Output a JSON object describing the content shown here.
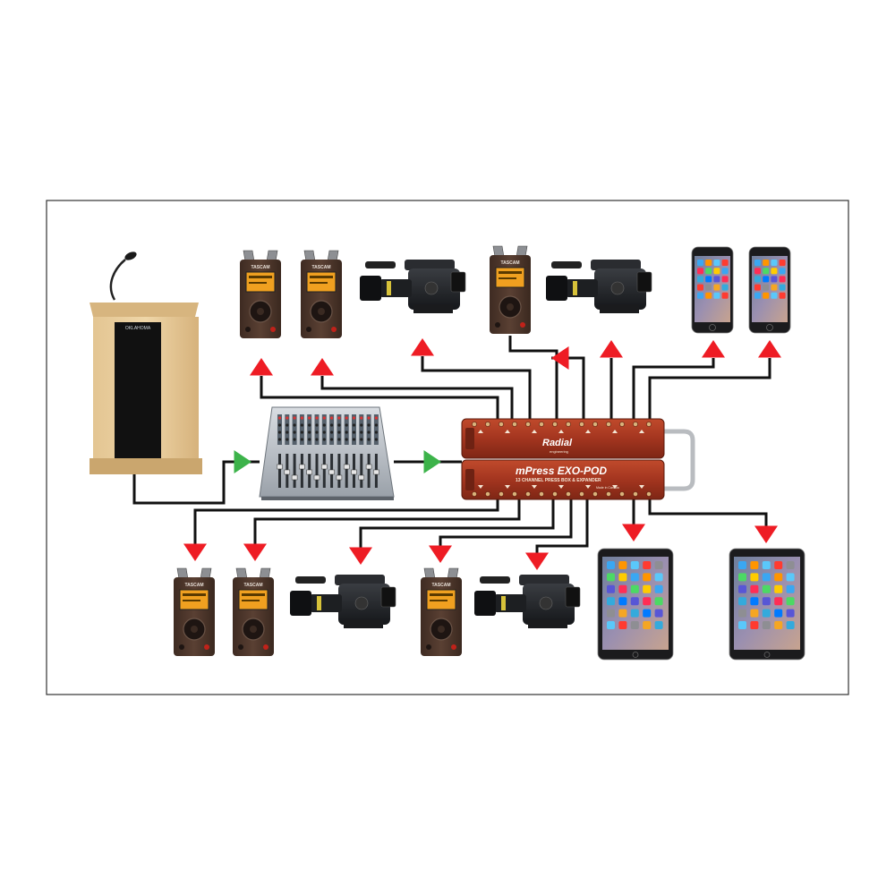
{
  "diagram": {
    "hub": {
      "brand": "Radial",
      "sub_brand": "engineering",
      "model": "mPress EXO-POD",
      "description": "13 CHANNEL PRESS BOX & EXPANDER",
      "made_in": "Made in Canada"
    },
    "recorder_brand": "TASCAM",
    "lectern_label": "OKLAHOMA",
    "colors": {
      "output_arrow": "#ee1c24",
      "input_arrow": "#3cb34a",
      "cable": "#111111",
      "hub_body": "#a3351f",
      "frame": "#333333"
    },
    "devices": [
      {
        "name": "lectern-microphone",
        "type": "lectern"
      },
      {
        "name": "audio-mixer",
        "type": "mixer"
      },
      {
        "name": "mpress-exo-pod",
        "type": "press-box"
      },
      {
        "name": "top-recorder-1",
        "type": "recorder"
      },
      {
        "name": "top-recorder-2",
        "type": "recorder"
      },
      {
        "name": "top-camera-1",
        "type": "camera"
      },
      {
        "name": "top-recorder-3",
        "type": "recorder"
      },
      {
        "name": "top-camera-2",
        "type": "camera"
      },
      {
        "name": "top-phone-1",
        "type": "phone"
      },
      {
        "name": "top-phone-2",
        "type": "phone"
      },
      {
        "name": "bottom-recorder-1",
        "type": "recorder"
      },
      {
        "name": "bottom-recorder-2",
        "type": "recorder"
      },
      {
        "name": "bottom-camera-1",
        "type": "camera"
      },
      {
        "name": "bottom-recorder-3",
        "type": "recorder"
      },
      {
        "name": "bottom-camera-2",
        "type": "camera"
      },
      {
        "name": "bottom-tablet-1",
        "type": "tablet"
      },
      {
        "name": "bottom-tablet-2",
        "type": "tablet"
      }
    ],
    "signal_flow": [
      {
        "from": "lectern-microphone",
        "to": "audio-mixer"
      },
      {
        "from": "audio-mixer",
        "to": "mpress-exo-pod"
      },
      {
        "from": "mpress-exo-pod",
        "to": "top-recorder-1"
      },
      {
        "from": "mpress-exo-pod",
        "to": "top-recorder-2"
      },
      {
        "from": "mpress-exo-pod",
        "to": "top-camera-1"
      },
      {
        "from": "mpress-exo-pod",
        "to": "top-recorder-3"
      },
      {
        "from": "mpress-exo-pod",
        "to": "top-camera-2"
      },
      {
        "from": "mpress-exo-pod",
        "to": "top-phone-1"
      },
      {
        "from": "mpress-exo-pod",
        "to": "top-phone-2"
      },
      {
        "from": "mpress-exo-pod",
        "to": "bottom-recorder-1"
      },
      {
        "from": "mpress-exo-pod",
        "to": "bottom-recorder-2"
      },
      {
        "from": "mpress-exo-pod",
        "to": "bottom-camera-1"
      },
      {
        "from": "mpress-exo-pod",
        "to": "bottom-recorder-3"
      },
      {
        "from": "mpress-exo-pod",
        "to": "bottom-camera-2"
      },
      {
        "from": "mpress-exo-pod",
        "to": "bottom-tablet-1"
      },
      {
        "from": "mpress-exo-pod",
        "to": "bottom-tablet-2"
      }
    ]
  }
}
